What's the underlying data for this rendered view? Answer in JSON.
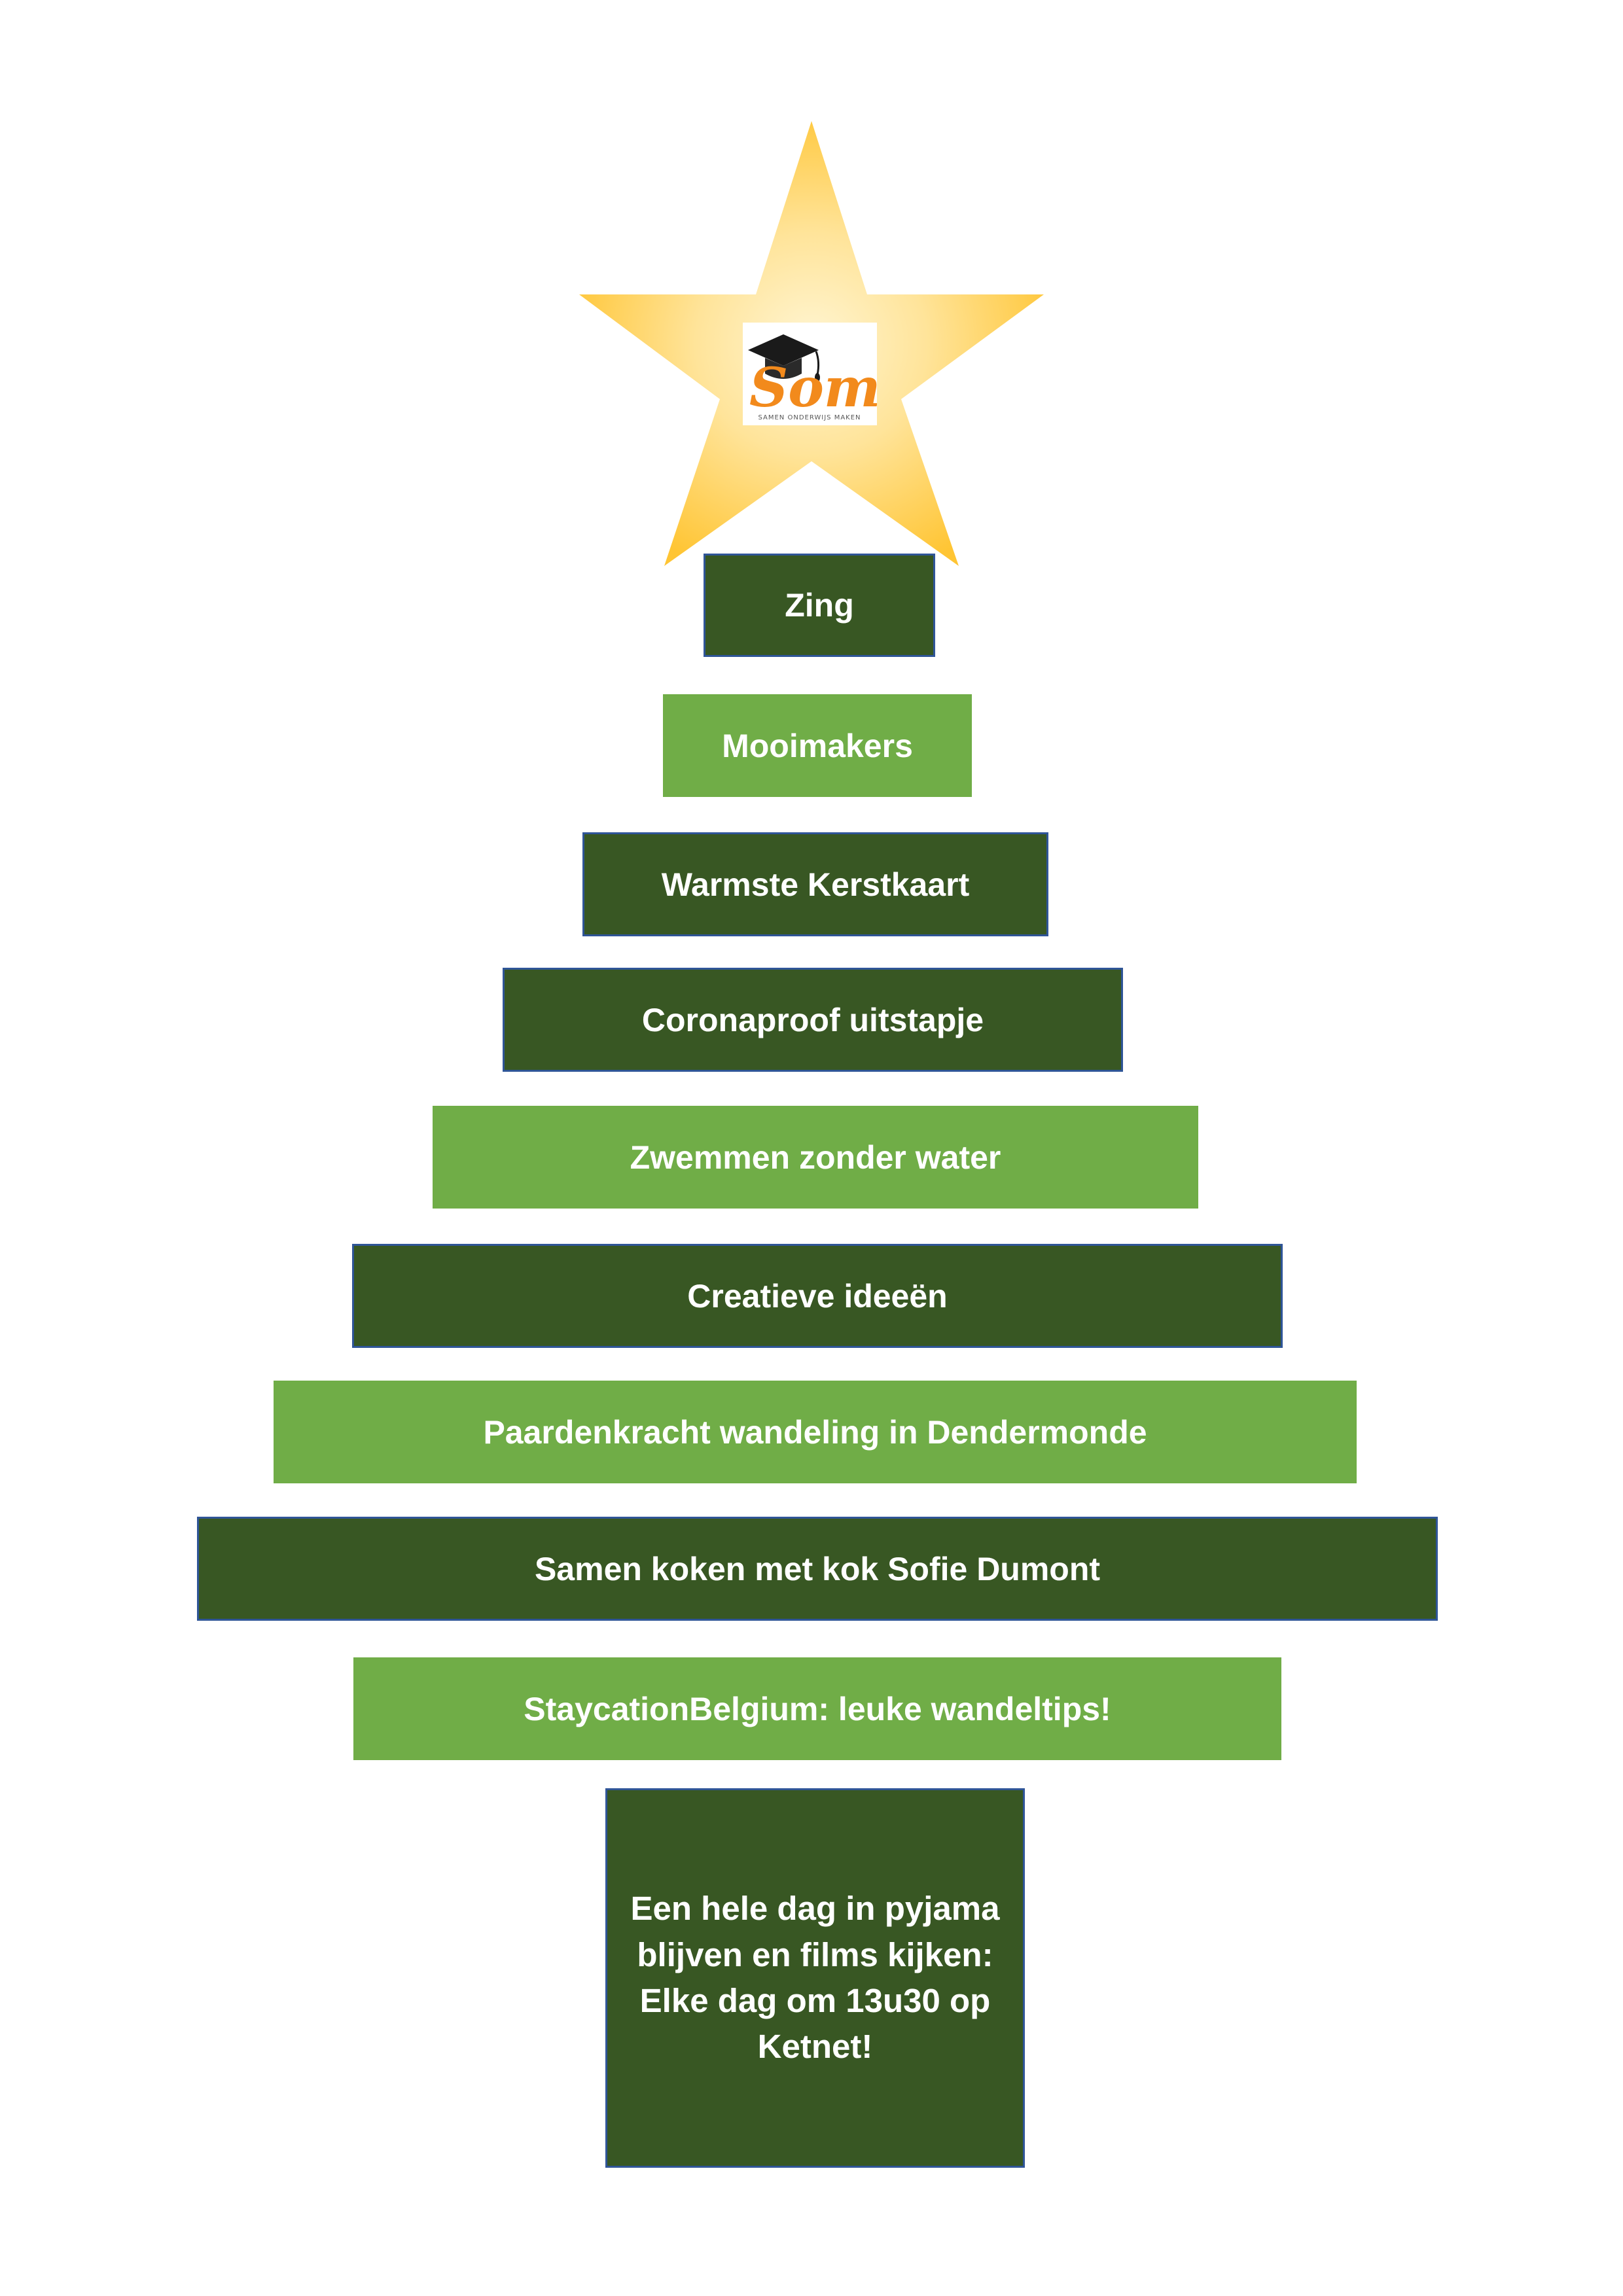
{
  "logo": {
    "wordmark": "Som",
    "tagline": "SAMEN ONDERWIJS MAKEN",
    "icon": "graduation-cap-icon"
  },
  "star": {
    "color_outer": "#FFC93A",
    "color_inner": "#FFF3C9"
  },
  "colors": {
    "dark_green": "#385723",
    "light_green": "#70AD47",
    "border_blue": "#2F5597"
  },
  "tree": {
    "items": [
      "Zing",
      "Mooimakers",
      "Warmste Kerstkaart",
      "Coronaproof uitstapje",
      "Zwemmen zonder water",
      "Creatieve ideeën",
      "Paardenkracht wandeling in Dendermonde",
      "Samen koken met kok Sofie Dumont",
      "StaycationBelgium: leuke wandeltips!"
    ],
    "trunk": "Een hele dag in pyjama blijven en films kijken: Elke dag om 13u30 op Ketnet!"
  }
}
